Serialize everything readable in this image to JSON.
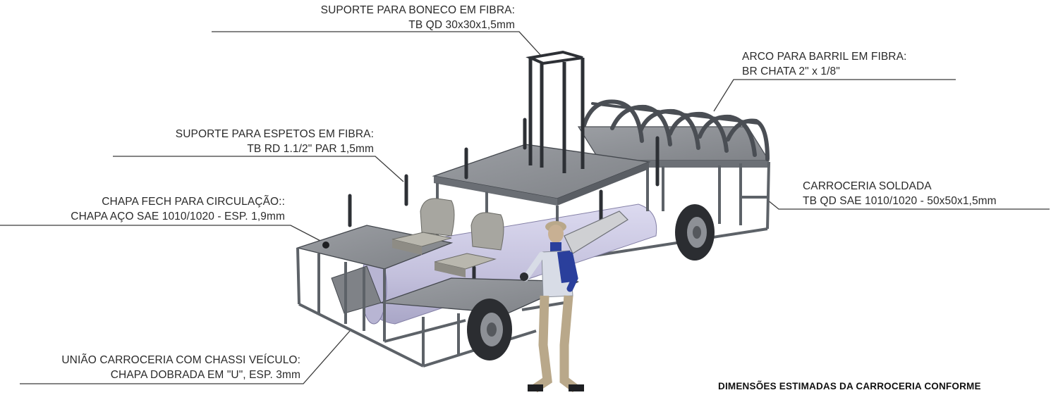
{
  "callouts": {
    "boneco": {
      "line1": "SUPORTE PARA BONECO EM FIBRA:",
      "line2": "TB QD 30x30x1,5mm"
    },
    "barril": {
      "line1": "ARCO PARA BARRIL EM FIBRA:",
      "line2": "BR CHATA 2\" x 1/8\""
    },
    "espetos": {
      "line1": "SUPORTE PARA ESPETOS EM FIBRA:",
      "line2": "TB RD 1.1/2\" PAR 1,5mm"
    },
    "carroceria": {
      "line1": "CARROCERIA SOLDADA",
      "line2": "TB QD SAE 1010/1020 - 50x50x1,5mm"
    },
    "chapa": {
      "line1": "CHAPA FECH PARA CIRCULAÇÃO::",
      "line2": "CHAPA AÇO SAE 1010/1020 - ESP. 1,9mm"
    },
    "uniao": {
      "line1": "UNIÃO CARROCERIA COM CHASSI VEÍCULO:",
      "line2": "CHAPA DOBRADA EM \"U\", ESP. 3mm"
    }
  },
  "footer": "DIMENSÕES ESTIMADAS DA CARROCERIA CONFORME",
  "colors": {
    "frame": "#5d6268",
    "deck": "#8a8d92",
    "seat": "#9a9a96",
    "tank": "#c9c6df",
    "worker_shirt": "#d8dce6",
    "worker_vest": "#2a3f9c",
    "worker_pants": "#b9a88a"
  }
}
